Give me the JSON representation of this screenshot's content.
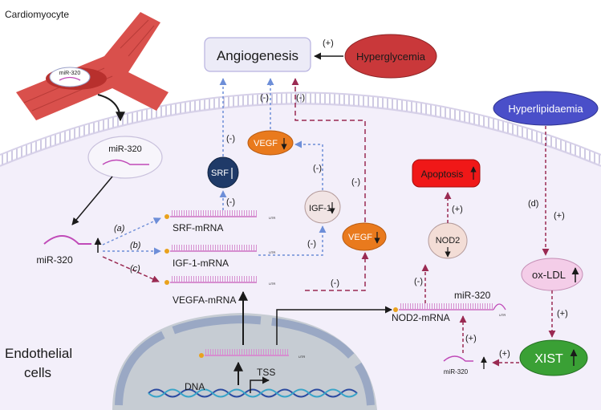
{
  "cell_labels": {
    "cardiomyocyte": "Cardiomyocyte",
    "endothelial_line1": "Endothelial",
    "endothelial_line2": "cells"
  },
  "nodes": {
    "angiogenesis": "Angiogenesis",
    "hyperglycemia": "Hyperglycemia",
    "hyperlipidaemia": "Hyperlipidaemia",
    "mir320_vesicle_small": "miR-320",
    "mir320_vesicle": "miR-320",
    "mir320_main": "miR-320",
    "vegf_top": "VEGF",
    "srf": "SRF",
    "igf1": "IGF-1",
    "vegf_mid": "VEGF",
    "apoptosis": "Apoptosis",
    "nod2": "NOD2",
    "ox_ldl": "ox-LDL",
    "xist": "XIST",
    "mir320_bottom": "miR-320",
    "mir320_on_nod2": "miR-320"
  },
  "mrnas": {
    "srf": "SRF-mRNA",
    "igf1": "IGF-1-mRNA",
    "vegfa": "VEGFA-mRNA",
    "nod2": "NOD2-mRNA",
    "utr": "UTR"
  },
  "dna": {
    "dna": "DNA",
    "tss": "TSS"
  },
  "edge_labels": {
    "a": "(a)",
    "b": "(b)",
    "c": "(c)",
    "d": "(d)",
    "hyperglycemia_plus": "(+)",
    "srf_minus": "(-)",
    "srf_mrna_minus": "(-)",
    "vegf_top_minus": "(-)",
    "vegf_mid_top_minus": "(-)",
    "igf1_vegf_minus": "(-)",
    "vegf_mid_minus": "(-)",
    "igf1_mrna_minus": "(-)",
    "vegfa_mrna_minus": "(-)",
    "nod2_apoptosis_plus": "(+)",
    "nod2_mrna_minus": "(-)",
    "mir320_nod2_plus": "(+)",
    "xist_mir320_plus": "(+)",
    "hyperlipid_oxldl_plus": "(+)",
    "oxldl_xist_plus": "(+)"
  },
  "colors": {
    "angiogenesis_fill": "#ecebf7",
    "hyperglycemia_fill": "#c9383a",
    "hyperlipidaemia_fill": "#4a4fc9",
    "vegf_fill": "#e97a1d",
    "srf_fill": "#1f3a68",
    "apoptosis_fill": "#f01818",
    "xist_fill": "#3aa035",
    "ox_ldl_fill": "#f4cde8",
    "nod2_fill": "#f3ddd6",
    "igf1_fill": "#f1e4e4",
    "dashed_blue": "#6d8ed8",
    "dashed_maroon": "#9a2a52",
    "cardiomyocyte": "#d9504c",
    "nucleus_fill": "#c6ccd3",
    "nucleus_edge": "#9aa8c4",
    "membrane": "#d6d0e8"
  }
}
